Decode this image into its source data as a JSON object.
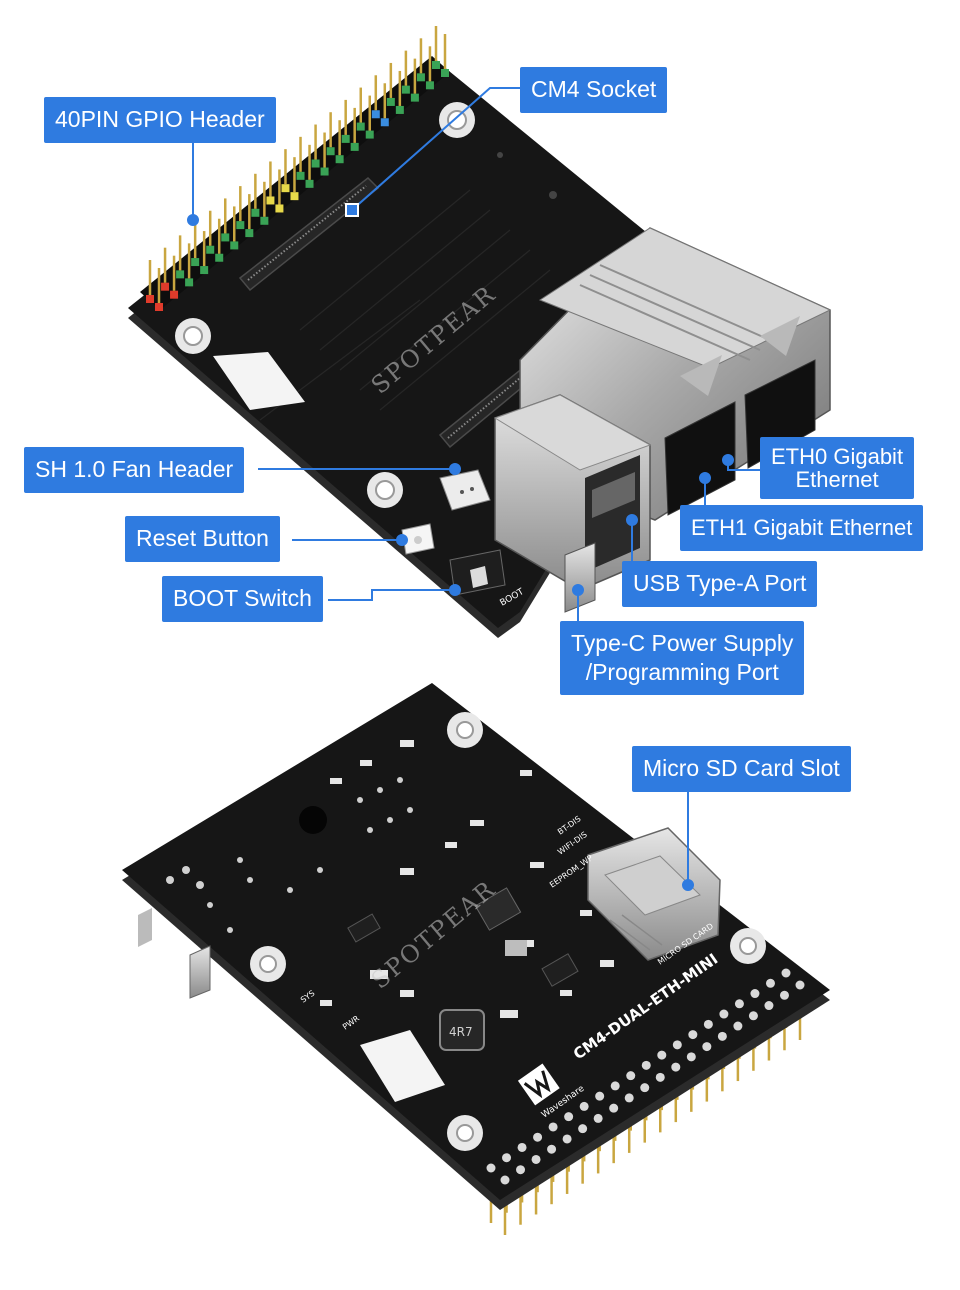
{
  "colors": {
    "label_bg": "#2f7be0",
    "label_text": "#ffffff",
    "pcb": "#161616",
    "leader": "#2f7be0"
  },
  "watermark": "SPOTPEAR",
  "board": {
    "model": "CM4-DUAL-ETH-MINI",
    "brand": "Waveshare",
    "micro_sd_card": "MICRO SD CARD",
    "eeprom_wp": "EEPROM_WP",
    "wifi_dis": "WIFI-DIS",
    "bt_dis": "BT-DIS",
    "boot": "BOOT",
    "pwr": "PWR",
    "sys": "SYS"
  },
  "labels": {
    "gpio_header": "40PIN GPIO Header",
    "cm4_socket": "CM4 Socket",
    "fan_header": "SH 1.0 Fan Header",
    "reset_button": "Reset Button",
    "boot_switch": "BOOT Switch",
    "eth0_line1": "ETH0 Gigabit",
    "eth0_line2": "Ethernet",
    "eth1": "ETH1 Gigabit Ethernet",
    "usb_a": "USB Type-A Port",
    "typec_line1": "Type-C Power Supply",
    "typec_line2": "/Programming Port",
    "micro_sd": "Micro SD Card Slot"
  }
}
